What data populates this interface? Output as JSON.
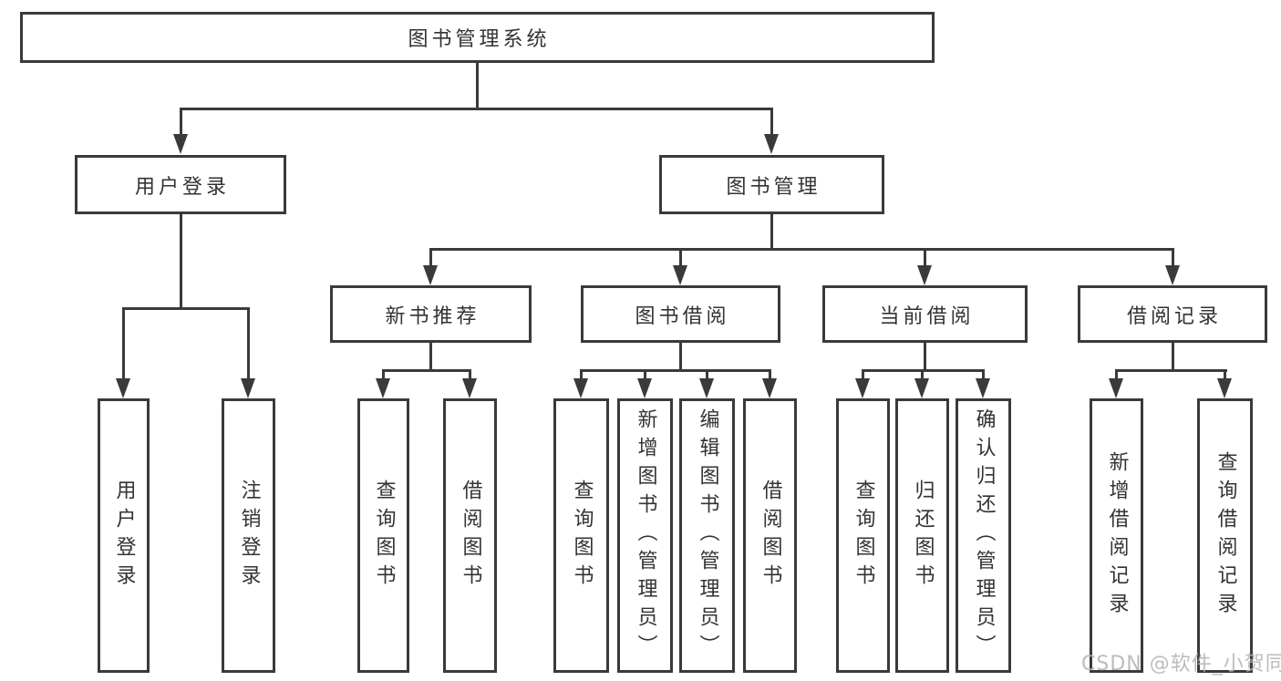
{
  "diagram": {
    "title": "图书管理系统",
    "root": {
      "label": "图书管理系统"
    },
    "level1": [
      {
        "label": "用户登录"
      },
      {
        "label": "图书管理"
      }
    ],
    "level2": [
      {
        "label": "新书推荐"
      },
      {
        "label": "图书借阅"
      },
      {
        "label": "当前借阅"
      },
      {
        "label": "借阅记录"
      }
    ],
    "leaves": [
      {
        "label": "用户登录",
        "parent": "用户登录"
      },
      {
        "label": "注销登录",
        "parent": "用户登录"
      },
      {
        "label": "查询图书",
        "parent": "新书推荐"
      },
      {
        "label": "借阅图书",
        "parent": "新书推荐"
      },
      {
        "label": "查询图书",
        "parent": "图书借阅"
      },
      {
        "label": "新增图书（管理员）",
        "parent": "图书借阅"
      },
      {
        "label": "编辑图书（管理员）",
        "parent": "图书借阅"
      },
      {
        "label": "借阅图书",
        "parent": "图书借阅"
      },
      {
        "label": "查询图书",
        "parent": "当前借阅"
      },
      {
        "label": "归还图书",
        "parent": "当前借阅"
      },
      {
        "label": "确认归还（管理员）",
        "parent": "当前借阅"
      },
      {
        "label": "新增借阅记录",
        "parent": "借阅记录"
      },
      {
        "label": "查询借阅记录",
        "parent": "借阅记录"
      }
    ]
  },
  "watermark": {
    "text": "CSDN @软件_小贺同学"
  },
  "colors": {
    "line": "#3a3a3a",
    "text": "#333333",
    "background": "#ffffff",
    "watermark": "#b5b5b5"
  }
}
